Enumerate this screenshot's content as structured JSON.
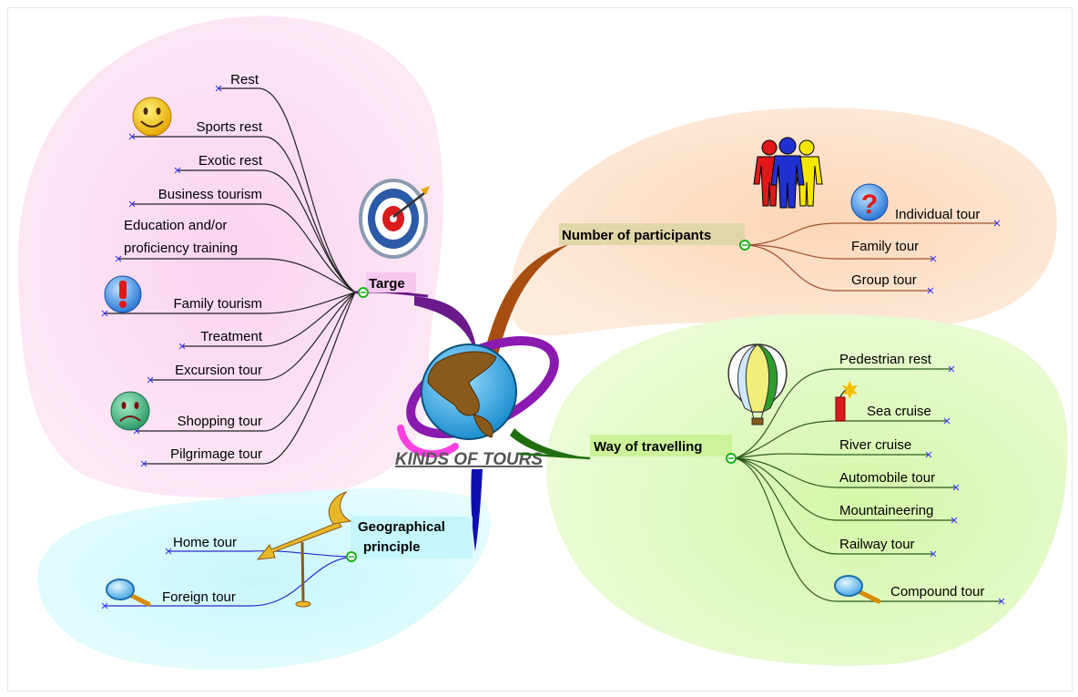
{
  "title": "KINDS OF TOURS",
  "colors": {
    "target_region": "#fce0f2",
    "participants_region": "#fde2cc",
    "travel_region": "#e0f8c4",
    "geo_region": "#d8f8fb",
    "target_line": "#222222",
    "participants_line": "#a0522d",
    "travel_line": "#2d5a1e",
    "geo_line": "#2b2bd6"
  },
  "branches": {
    "target": {
      "label": "Targe",
      "icon": "target-icon",
      "items": [
        {
          "label": "Rest"
        },
        {
          "label": "Sports rest",
          "icon": "smiley-icon"
        },
        {
          "label": "Exotic rest"
        },
        {
          "label": "Business tourism"
        },
        {
          "label": "Education and/or",
          "label2": "proficiency training"
        },
        {
          "label": "Family tourism",
          "icon": "exclamation-icon"
        },
        {
          "label": "Treatment"
        },
        {
          "label": "Excursion tour"
        },
        {
          "label": "Shopping tour",
          "icon": "sad-face-icon"
        },
        {
          "label": "Pilgrimage tour"
        }
      ]
    },
    "participants": {
      "label": "Number of participants",
      "icon": "people-icon",
      "items": [
        {
          "label": "Individual tour",
          "icon": "question-icon"
        },
        {
          "label": "Family tour"
        },
        {
          "label": "Group tour"
        }
      ]
    },
    "travel": {
      "label": "Way of travelling",
      "icon": "balloon-icon",
      "items": [
        {
          "label": "Pedestrian rest"
        },
        {
          "label": "Sea cruise",
          "icon": "firecracker-icon"
        },
        {
          "label": "River cruise"
        },
        {
          "label": "Automobile tour"
        },
        {
          "label": "Mountaineering"
        },
        {
          "label": "Railway tour"
        },
        {
          "label": "Compound tour",
          "icon": "magnifier-icon"
        }
      ]
    },
    "geo": {
      "label": "Geographical",
      "label2": "principle",
      "icon": "signpost-icon",
      "items": [
        {
          "label": "Home tour"
        },
        {
          "label": "Foreign tour",
          "icon": "magnifier-icon"
        }
      ]
    }
  },
  "center_icon": "globe-icon"
}
